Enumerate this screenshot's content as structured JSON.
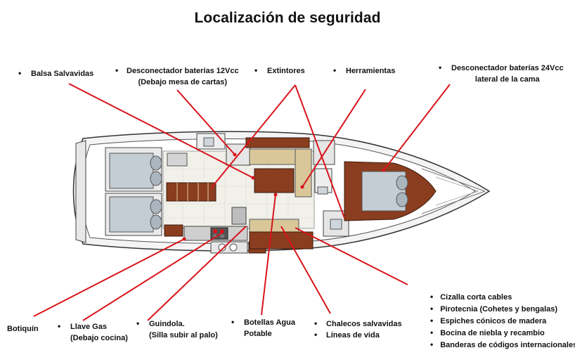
{
  "title": "Localización de seguridad",
  "labels": {
    "balsa": "Balsa Salvavidas",
    "desc12_1": "Desconectador baterías 12Vcc",
    "desc12_2": "(Debajo mesa de cartas)",
    "extintores": "Extintores",
    "herramientas": "Herramientas",
    "desc24_1": "Desconectador baterías 24Vcc",
    "desc24_2": "lateral de la cama",
    "botiquin": "Botiquín",
    "llave_1": "Llave Gas",
    "llave_2": "(Debajo cocina)",
    "guindola_1": "Guindola.",
    "guindola_2": "(Silla subir al palo)",
    "botellas_1": "Botellas Agua",
    "botellas_2": "Potable",
    "chalecos": "Chalecos salvavidas",
    "lineas": "Líneas de vida"
  },
  "list_items": [
    "Cizalla corta cables",
    "Pirotecnia (Cohetes y bengalas)",
    "Espiches cónicos de madera",
    "Bocina de niebla y recambio",
    "Banderas de códigos internacionales"
  ],
  "colors": {
    "pointer": "#d9141b",
    "wood": "#8a3d1f",
    "sofa": "#d9c79a",
    "hull_stroke": "#333333",
    "floor": "#f1f1ea"
  }
}
